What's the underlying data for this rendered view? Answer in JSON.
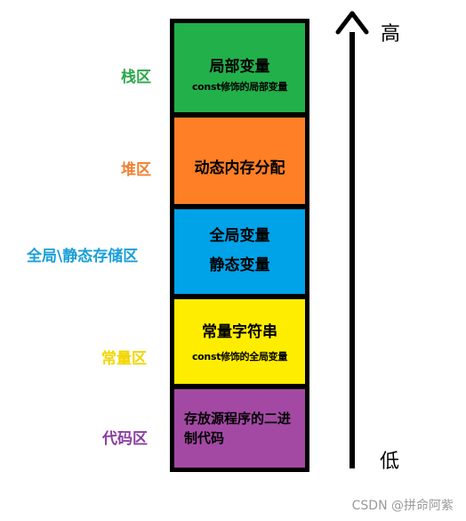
{
  "side_labels": [
    {
      "text": "栈区",
      "color": "#2aa84a"
    },
    {
      "text": "堆区",
      "color": "#f08030"
    },
    {
      "text": "全局\\静态存储区",
      "color": "#1a9fd8"
    },
    {
      "text": "常量区",
      "color": "#f2d500"
    },
    {
      "text": "代码区",
      "color": "#8a3fa0"
    }
  ],
  "segments": [
    {
      "color": "#22b04a",
      "lines": [
        "局部变量",
        "const修饰的局部变量"
      ]
    },
    {
      "color": "#ff7f27",
      "lines": [
        "动态内存分配"
      ]
    },
    {
      "color": "#00a2e8",
      "lines": [
        "全局变量",
        "静态变量"
      ]
    },
    {
      "color": "#ffed00",
      "lines": [
        "常量字符串",
        "const修饰的全局变量"
      ]
    },
    {
      "color": "#a349a4",
      "text": "存放源程序的二进制代码"
    }
  ],
  "axis": {
    "high": "高",
    "low": "低"
  },
  "watermark": "CSDN @拼命阿紫"
}
